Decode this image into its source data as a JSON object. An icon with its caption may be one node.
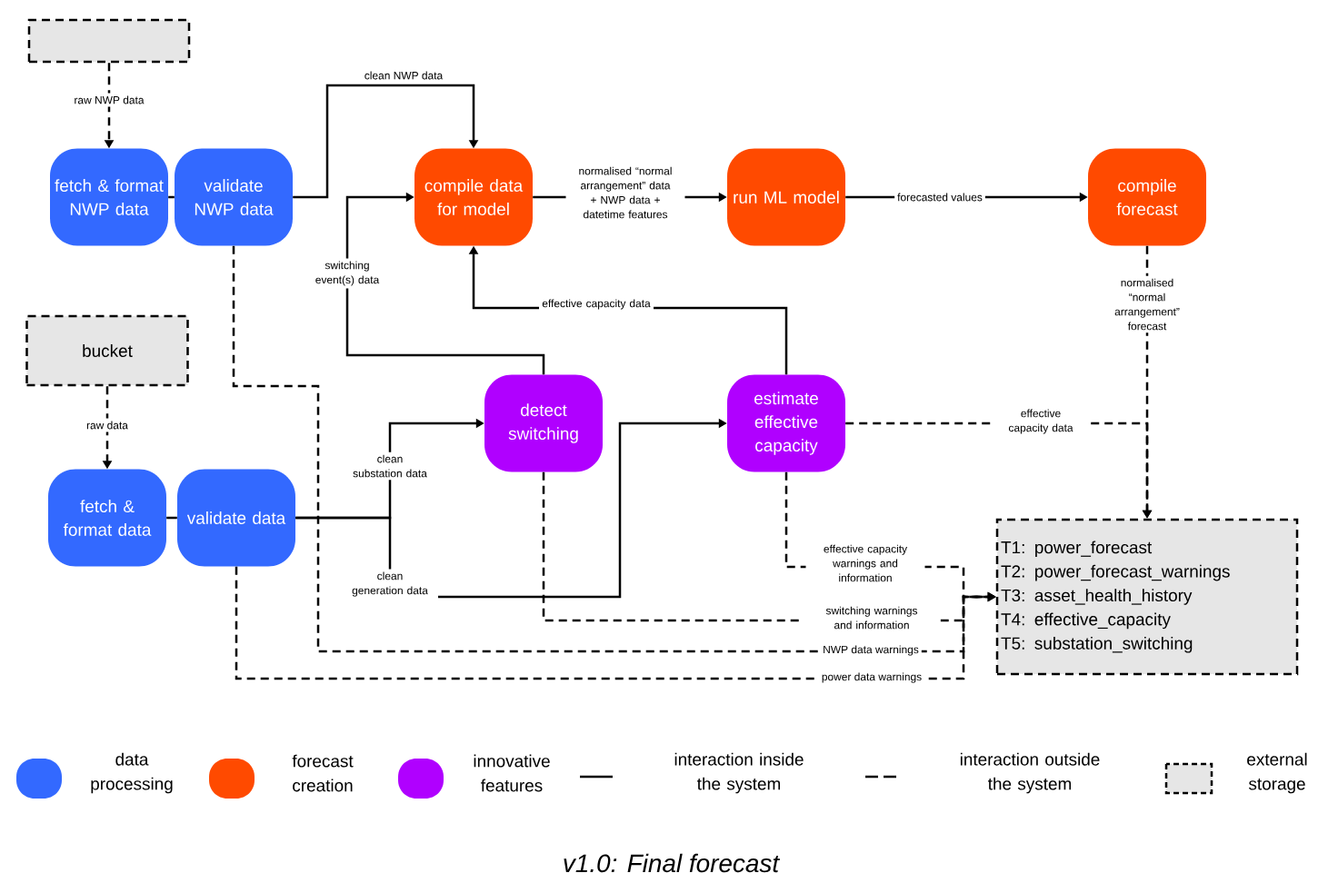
{
  "diagram": {
    "caption": "v1.0: Final forecast",
    "nodes": [
      {
        "text": [],
        "shape": "box"
      },
      {
        "text": [
          "fetch & format NWP data"
        ]
      },
      {
        "text": [
          "validate NWP data"
        ]
      },
      {
        "text": [
          "compile data for model"
        ]
      },
      {
        "text": [
          "run ML model"
        ]
      },
      {
        "text": [
          "compile forecast"
        ]
      },
      {
        "text": [
          "bucket"
        ]
      },
      {
        "text": [
          "fetch & format data"
        ]
      },
      {
        "text": [
          "validate data"
        ]
      },
      {
        "text": [
          "detect switching"
        ]
      },
      {
        "text": [
          "estimate effective capacity"
        ]
      },
      {
        "text": [
          "T1: power_forecast",
          "T2: power_forecast_warnings",
          "T3: asset_health_history",
          "T4: effective_capacity",
          "T5: substation_switching"
        ]
      }
    ],
    "edges": [
      {
        "from": 0,
        "to": 1,
        "arrow": "to",
        "label": "raw NWP data",
        "style": "dashed"
      },
      {
        "from": 1,
        "to": 2,
        "arrow": "none"
      },
      {
        "from": 2,
        "to": 3,
        "arrow": "to",
        "label": "clean NWP data"
      },
      {
        "from": 3,
        "to": 4,
        "arrow": "to",
        "label": "normalised “normal arrangement” data + NWP data + datetime features"
      },
      {
        "from": 4,
        "to": 5,
        "arrow": "to",
        "label": "forecasted values"
      },
      {
        "from": 5,
        "to": 11,
        "arrow": "to",
        "label": "normalised “normal arrangement” forecast",
        "style": "dashed"
      },
      {
        "from": 6,
        "to": 7,
        "arrow": "to",
        "label": "raw data",
        "style": "dashed"
      },
      {
        "from": 7,
        "to": 8,
        "arrow": "none"
      },
      {
        "from": 8,
        "to": 9,
        "arrow": "to",
        "label": "clean substation data"
      },
      {
        "from": 8,
        "to": 10,
        "arrow": "to",
        "label": "clean generation data"
      },
      {
        "from": 9,
        "to": 3,
        "arrow": "to",
        "label": "switching event(s) data"
      },
      {
        "from": 10,
        "to": 3,
        "arrow": "to",
        "label": "effective capacity data"
      },
      {
        "from": 10,
        "to": 11,
        "arrow": "to",
        "label": "effective capacity data",
        "style": "dashed"
      },
      {
        "from": 10,
        "to": 11,
        "arrow": "to",
        "label": "effective capacity warnings and information",
        "style": "dashed"
      },
      {
        "from": 9,
        "to": 11,
        "arrow": "to",
        "label": "switching warnings and information",
        "style": "dashed"
      },
      {
        "from": 2,
        "to": 11,
        "arrow": "to",
        "label": "NWP data warnings",
        "style": "dashed"
      },
      {
        "from": 8,
        "to": 11,
        "arrow": "to",
        "label": "power data warnings",
        "style": "dashed"
      }
    ],
    "legend": [
      {
        "text": "data processing",
        "color": "#3369ff"
      },
      {
        "text": "forecast creation",
        "color": "#ff4a00"
      },
      {
        "text": "innovative features",
        "color": "#b000ff"
      },
      {
        "text": "interaction inside the system"
      },
      {
        "text": "interaction outside the system"
      },
      {
        "text": "external storage"
      }
    ]
  }
}
